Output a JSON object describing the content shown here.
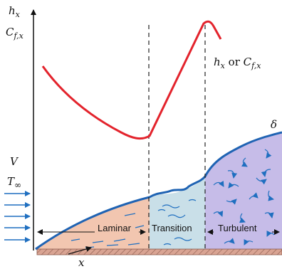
{
  "axis": {
    "y_label_main": "h",
    "y_label_main_sub": "x",
    "y_label_alt": "C",
    "y_label_alt_sub": "f,x",
    "x_label": "x"
  },
  "curve_label": {
    "h": "h",
    "h_sub": "x",
    "or": " or ",
    "c": "C",
    "c_sub": "f,x"
  },
  "boundary_layer_label": "δ",
  "freestream": {
    "velocity": "V",
    "temperature": "T",
    "temperature_sub": "∞"
  },
  "regions": [
    {
      "name": "laminar",
      "label": "Laminar",
      "color": "#f2c6b0"
    },
    {
      "name": "transition",
      "label": "Transition",
      "color": "#c9dfe8"
    },
    {
      "name": "turbulent",
      "label": "Turbulent",
      "color": "#c6bce8"
    }
  ],
  "colors": {
    "curve": "#e3232c",
    "boundary": "#1f63b3",
    "arrows": "#1f6fc0",
    "plate": "#c98e7c"
  }
}
